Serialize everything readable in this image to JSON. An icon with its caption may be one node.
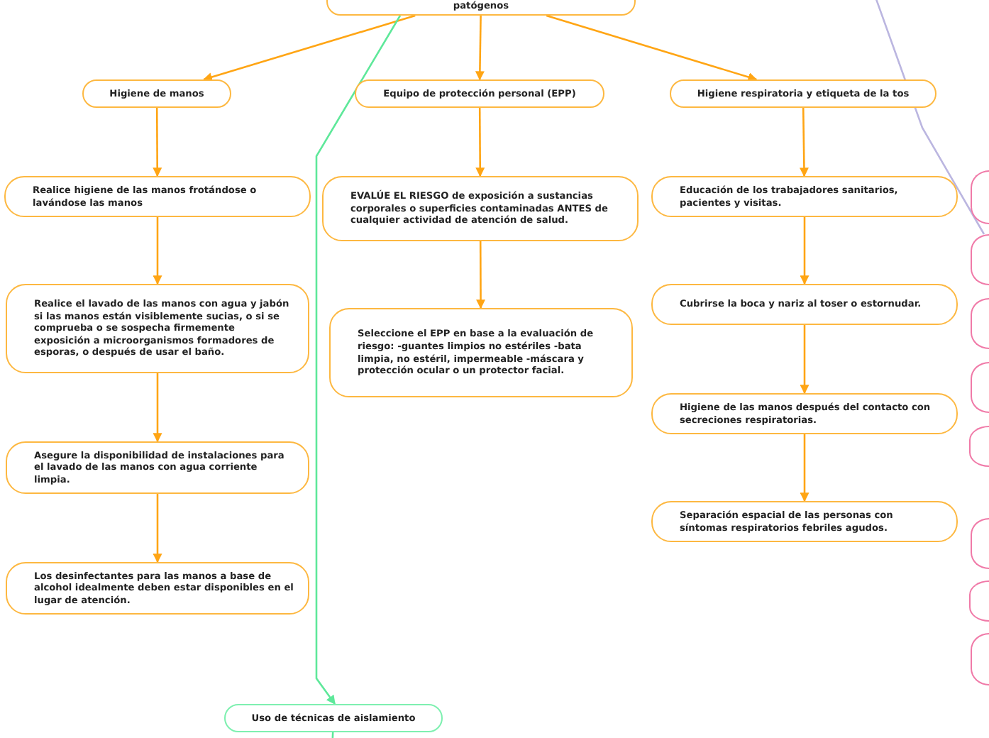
{
  "diagram": {
    "nodes": [
      {
        "text": [
          "patógenos"
        ]
      },
      {
        "text": [
          "Higiene de manos"
        ]
      },
      {
        "text": [
          "Equipo de protección personal (EPP)"
        ]
      },
      {
        "text": [
          "Higiene respiratoria y etiqueta de la tos"
        ]
      },
      {
        "text": [
          "Realice higiene de las manos frotándose o lavándose las manos"
        ]
      },
      {
        "text": [
          " Realice el lavado de las manos con agua y jabón si las manos están visiblemente sucias, o si se comprueba o se sospecha firmemente exposición a microorganismos formadores de esporas, o después de usar el baño."
        ]
      },
      {
        "text": [
          "Asegure la disponibilidad de instalaciones para el lavado de las manos con agua corriente limpia."
        ]
      },
      {
        "text": [
          "Los desinfectantes para las manos a base de alcohol idealmente deben estar disponibles en el lugar de atención."
        ]
      },
      {
        "text": [
          "EVALÚE EL RIESGO de exposición a sustancias corporales o superficies contaminadas ANTES de cualquier actividad de atención de salud."
        ]
      },
      {
        "text": [
          "Seleccione el EPP en base a la evaluación de riesgo: -guantes limpios no estériles -bata limpia, no estéril, impermeable -máscara y protección ocular o un protector facial."
        ]
      },
      {
        "text": [
          "Educación de los trabajadores sanitarios, pacientes y visitas."
        ]
      },
      {
        "text": [
          "Cubrirse la boca y nariz al toser o estornudar."
        ]
      },
      {
        "text": [
          "Higiene de las manos después del contacto con secreciones respiratorias."
        ]
      },
      {
        "text": [
          "Separación espacial de las personas con síntomas respiratorios febriles agudos."
        ]
      },
      {
        "text": [
          "Uso de técnicas de aislamiento"
        ]
      },
      {
        "text": [],
        "shape": "circle"
      },
      {
        "text": [],
        "shape": "circle"
      },
      {
        "text": [],
        "shape": "circle"
      },
      {
        "text": [],
        "shape": "circle"
      },
      {
        "text": [],
        "shape": "circle"
      },
      {
        "text": [],
        "shape": "circle"
      },
      {
        "text": [],
        "shape": "circle"
      },
      {
        "text": [],
        "shape": "circle"
      }
    ],
    "edges": [
      {
        "from": 0,
        "to": 1,
        "arrow": "to"
      },
      {
        "from": 0,
        "to": 2,
        "arrow": "to"
      },
      {
        "from": 0,
        "to": 3,
        "arrow": "to"
      },
      {
        "from": 1,
        "to": 4,
        "arrow": "to"
      },
      {
        "from": 4,
        "to": 5,
        "arrow": "to"
      },
      {
        "from": 5,
        "to": 6,
        "arrow": "to"
      },
      {
        "from": 6,
        "to": 7,
        "arrow": "to"
      },
      {
        "from": 2,
        "to": 8,
        "arrow": "to"
      },
      {
        "from": 8,
        "to": 9,
        "arrow": "to"
      },
      {
        "from": 3,
        "to": 10,
        "arrow": "to"
      },
      {
        "from": 10,
        "to": 11,
        "arrow": "to"
      },
      {
        "from": 11,
        "to": 12,
        "arrow": "to"
      },
      {
        "from": 12,
        "to": 13,
        "arrow": "to"
      },
      {
        "from": 0,
        "to": 14,
        "arrow": "to",
        "color": "#5ee89a"
      },
      {
        "from": 14,
        "to": null,
        "arrow": "none",
        "color": "#5ee89a"
      },
      {
        "from": null,
        "to": 16,
        "arrow": "none",
        "color": "#bbb6e0"
      }
    ]
  }
}
